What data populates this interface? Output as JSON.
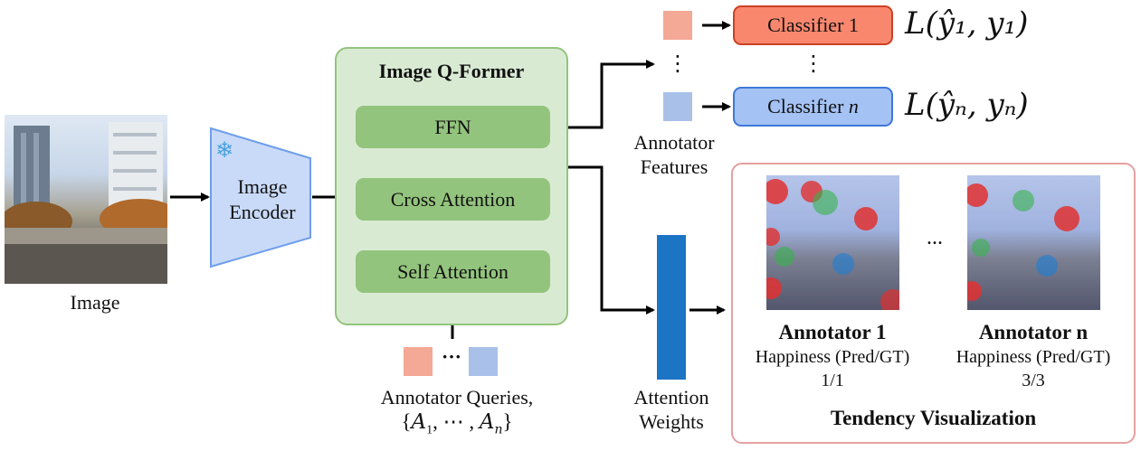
{
  "input": {
    "caption": "Image"
  },
  "encoder": {
    "line1": "Image",
    "line2": "Encoder",
    "frozen_icon": "snowflake-icon"
  },
  "qformer": {
    "title": "Image Q-Former",
    "ffn": "FFN",
    "cross_attention": "Cross Attention",
    "self_attention": "Self Attention"
  },
  "queries": {
    "label": "Annotator Queries,",
    "set_open": "{",
    "a1": "A",
    "a1_sub": "1",
    "dots": "⋯",
    "an": "A",
    "an_sub": "n",
    "set_close": "}",
    "ellipsis": "···"
  },
  "features": {
    "line1": "Annotator",
    "line2": "Features",
    "vdots": "⋮"
  },
  "classifiers": [
    {
      "label_prefix": "Classifier 1",
      "label_italic": "",
      "loss": "L(ŷ₁, y₁)"
    },
    {
      "label_prefix": "Classifier ",
      "label_italic": "n",
      "loss": "L(ŷₙ, yₙ)"
    }
  ],
  "weights": {
    "line1": "Attention",
    "line2": "Weights"
  },
  "tendency": {
    "title": "Tendency Visualization",
    "hdots": "...",
    "annotators": [
      {
        "name": "Annotator 1",
        "metric": "Happiness (Pred/GT)",
        "value": "1/1"
      },
      {
        "name": "Annotator n",
        "metric": "Happiness (Pred/GT)",
        "value": "3/3"
      }
    ]
  },
  "colors": {
    "qformer_fill": "#d9ead3",
    "qformer_border": "#93c47d",
    "block_fill": "#93c47d",
    "encoder_fill": "#c9daf8",
    "encoder_border": "#6d9eeb",
    "query_red": "#f4a896",
    "query_blue": "#a9c0e8",
    "classifier1_fill": "#f8876e",
    "classifier1_border": "#cc4125",
    "classifiern_fill": "#a4c2f4",
    "classifiern_border": "#3c78d8",
    "weights_bar": "#1c75c4",
    "tendency_border": "#e6a0a0"
  }
}
